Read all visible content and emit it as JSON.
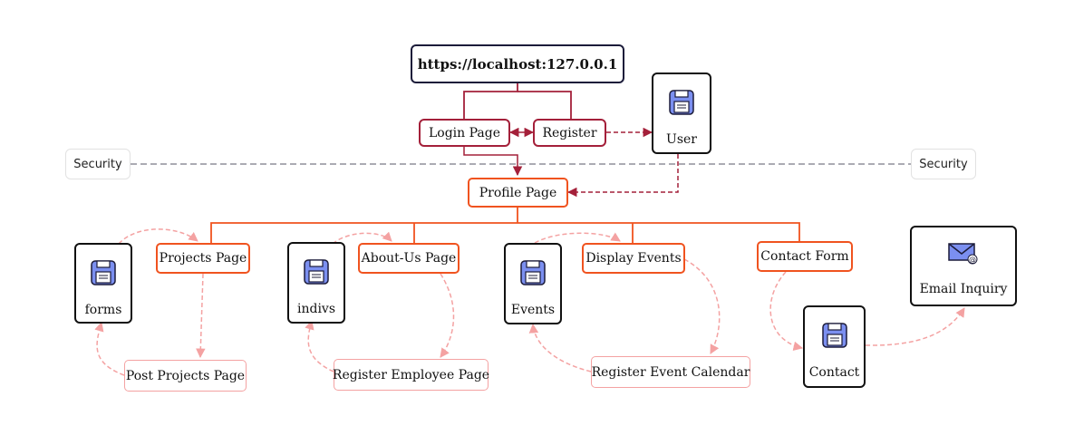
{
  "nodes": {
    "url": "https://localhost:127.0.0.1",
    "login": "Login Page",
    "register": "Register",
    "user": "User",
    "security_left": "Security",
    "security_right": "Security",
    "profile": "Profile Page",
    "forms": "forms",
    "projects": "Projects Page",
    "indivs": "indivs",
    "about": "About-Us Page",
    "events": "Events",
    "display_events": "Display Events",
    "contact_form": "Contact Form",
    "email_inquiry": "Email Inquiry",
    "post_projects": "Post Projects Page",
    "register_employee": "Register Employee Page",
    "register_event": "Register Event Calendar",
    "contact": "Contact"
  },
  "colors": {
    "crimson": "#a4203a",
    "orange": "#f0531f",
    "pink": "#f4a2a2",
    "grey_line": "#8f8f9a",
    "icon_fill": "#7b8ff0"
  },
  "icons": {
    "user": "database-icon",
    "forms": "database-icon",
    "indivs": "database-icon",
    "events": "database-icon",
    "contact": "database-icon",
    "email_inquiry": "envelope-icon"
  }
}
